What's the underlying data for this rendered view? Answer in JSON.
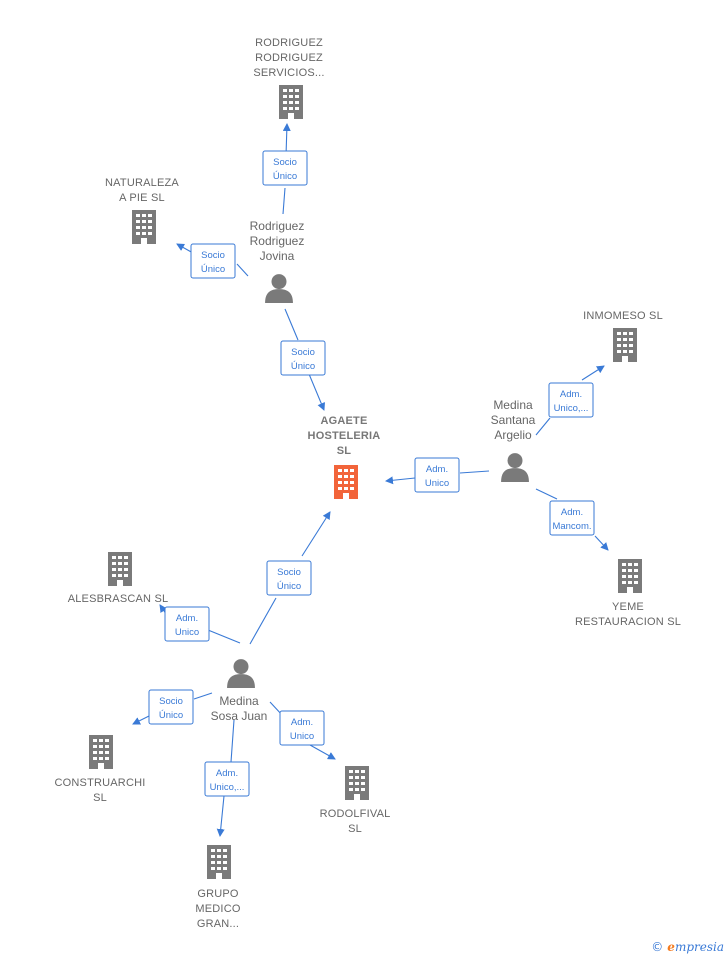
{
  "colors": {
    "edge": "#3a7ad6",
    "node": "#7a7a7a",
    "main_node": "#f2643a"
  },
  "nodes": {
    "agaete": {
      "label": [
        "AGAETE",
        "HOSTELERIA",
        "SL"
      ],
      "kind": "company",
      "main": true
    },
    "rodriguez_servicios": {
      "label": [
        "RODRIGUEZ",
        "RODRIGUEZ",
        "SERVICIOS..."
      ],
      "kind": "company"
    },
    "naturaleza": {
      "label": [
        "NATURALEZA",
        "A PIE  SL"
      ],
      "kind": "company"
    },
    "rodriguez_jovina": {
      "label": [
        "Rodriguez",
        "Rodriguez",
        "Jovina"
      ],
      "kind": "person"
    },
    "inmomeso": {
      "label": [
        "INMOMESO  SL"
      ],
      "kind": "company"
    },
    "medina_argelio": {
      "label": [
        "Medina",
        "Santana",
        "Argelio"
      ],
      "kind": "person"
    },
    "yeme": {
      "label": [
        "YEME",
        "RESTAURACION SL"
      ],
      "kind": "company"
    },
    "alesbrascan": {
      "label": [
        "ALESBRASCAN SL"
      ],
      "kind": "company"
    },
    "medina_juan": {
      "label": [
        "Medina",
        "Sosa Juan"
      ],
      "kind": "person"
    },
    "construarchi": {
      "label": [
        "CONSTRUARCHI",
        "SL"
      ],
      "kind": "company"
    },
    "rodolfival": {
      "label": [
        "RODOLFIVAL",
        "SL"
      ],
      "kind": "company"
    },
    "grupo_medico": {
      "label": [
        "GRUPO",
        "MEDICO",
        "GRAN..."
      ],
      "kind": "company"
    }
  },
  "edges": [
    {
      "id": "e1",
      "from": "rodriguez_jovina",
      "to": "rodriguez_servicios",
      "label": [
        "Socio",
        "Único"
      ]
    },
    {
      "id": "e2",
      "from": "rodriguez_jovina",
      "to": "naturaleza",
      "label": [
        "Socio",
        "Único"
      ]
    },
    {
      "id": "e3",
      "from": "rodriguez_jovina",
      "to": "agaete",
      "label": [
        "Socio",
        "Único"
      ]
    },
    {
      "id": "e4",
      "from": "medina_argelio",
      "to": "inmomeso",
      "label": [
        "Adm.",
        "Unico,..."
      ]
    },
    {
      "id": "e5",
      "from": "medina_argelio",
      "to": "agaete",
      "label": [
        "Adm.",
        "Unico"
      ]
    },
    {
      "id": "e6",
      "from": "medina_argelio",
      "to": "yeme",
      "label": [
        "Adm.",
        "Mancom."
      ]
    },
    {
      "id": "e7",
      "from": "medina_juan",
      "to": "agaete",
      "label": [
        "Socio",
        "Único"
      ]
    },
    {
      "id": "e8",
      "from": "medina_juan",
      "to": "alesbrascan",
      "label": [
        "Adm.",
        "Unico"
      ]
    },
    {
      "id": "e9",
      "from": "medina_juan",
      "to": "construarchi",
      "label": [
        "Socio",
        "Único"
      ]
    },
    {
      "id": "e10",
      "from": "medina_juan",
      "to": "rodolfival",
      "label": [
        "Adm.",
        "Unico"
      ]
    },
    {
      "id": "e11",
      "from": "medina_juan",
      "to": "grupo_medico",
      "label": [
        "Adm.",
        "Unico,..."
      ]
    }
  ],
  "brand": {
    "symbol": "©",
    "initial": "e",
    "rest": "mpresia"
  }
}
